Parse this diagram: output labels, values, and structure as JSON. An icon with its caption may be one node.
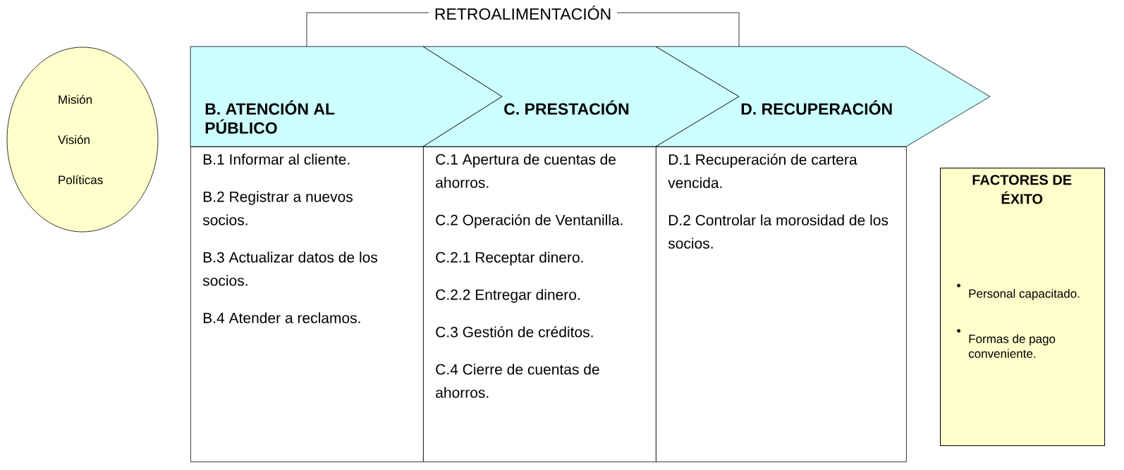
{
  "diagram": {
    "nodes": [
      {
        "text": [
          "Misión",
          "Visión",
          "Políticas"
        ]
      },
      {
        "text": [
          "B. ATENCIÓN AL PÚBLICO"
        ]
      },
      {
        "text": [
          "C. PRESTACIÓN"
        ]
      },
      {
        "text": [
          "D. RECUPERACIÓN"
        ]
      },
      {
        "text": [
          "B.1 Informar al cliente.",
          "B.2 Registrar a nuevos socios.",
          "B.3 Actualizar datos de los socios.",
          "B.4 Atender a reclamos."
        ]
      },
      {
        "text": [
          "C.1 Apertura de cuentas de ahorros.",
          "C.2 Operación de Ventanilla.",
          "C.2.1 Receptar dinero.",
          "C.2.2 Entregar dinero.",
          "C.3 Gestión de créditos.",
          "C.4 Cierre de cuentas de ahorros."
        ]
      },
      {
        "text": [
          "D.1 Recuperación de cartera vencida.",
          "D.2 Controlar la morosidad de los socios."
        ]
      },
      {
        "text": [
          "FACTORES DE ÉXITO",
          "Personal capacitado.",
          "Formas de pago conveniente."
        ]
      }
    ],
    "edges": [
      {
        "from": 1,
        "to": 3,
        "arrow": "none",
        "label": "RETROALIMENTACIÓN"
      }
    ]
  }
}
